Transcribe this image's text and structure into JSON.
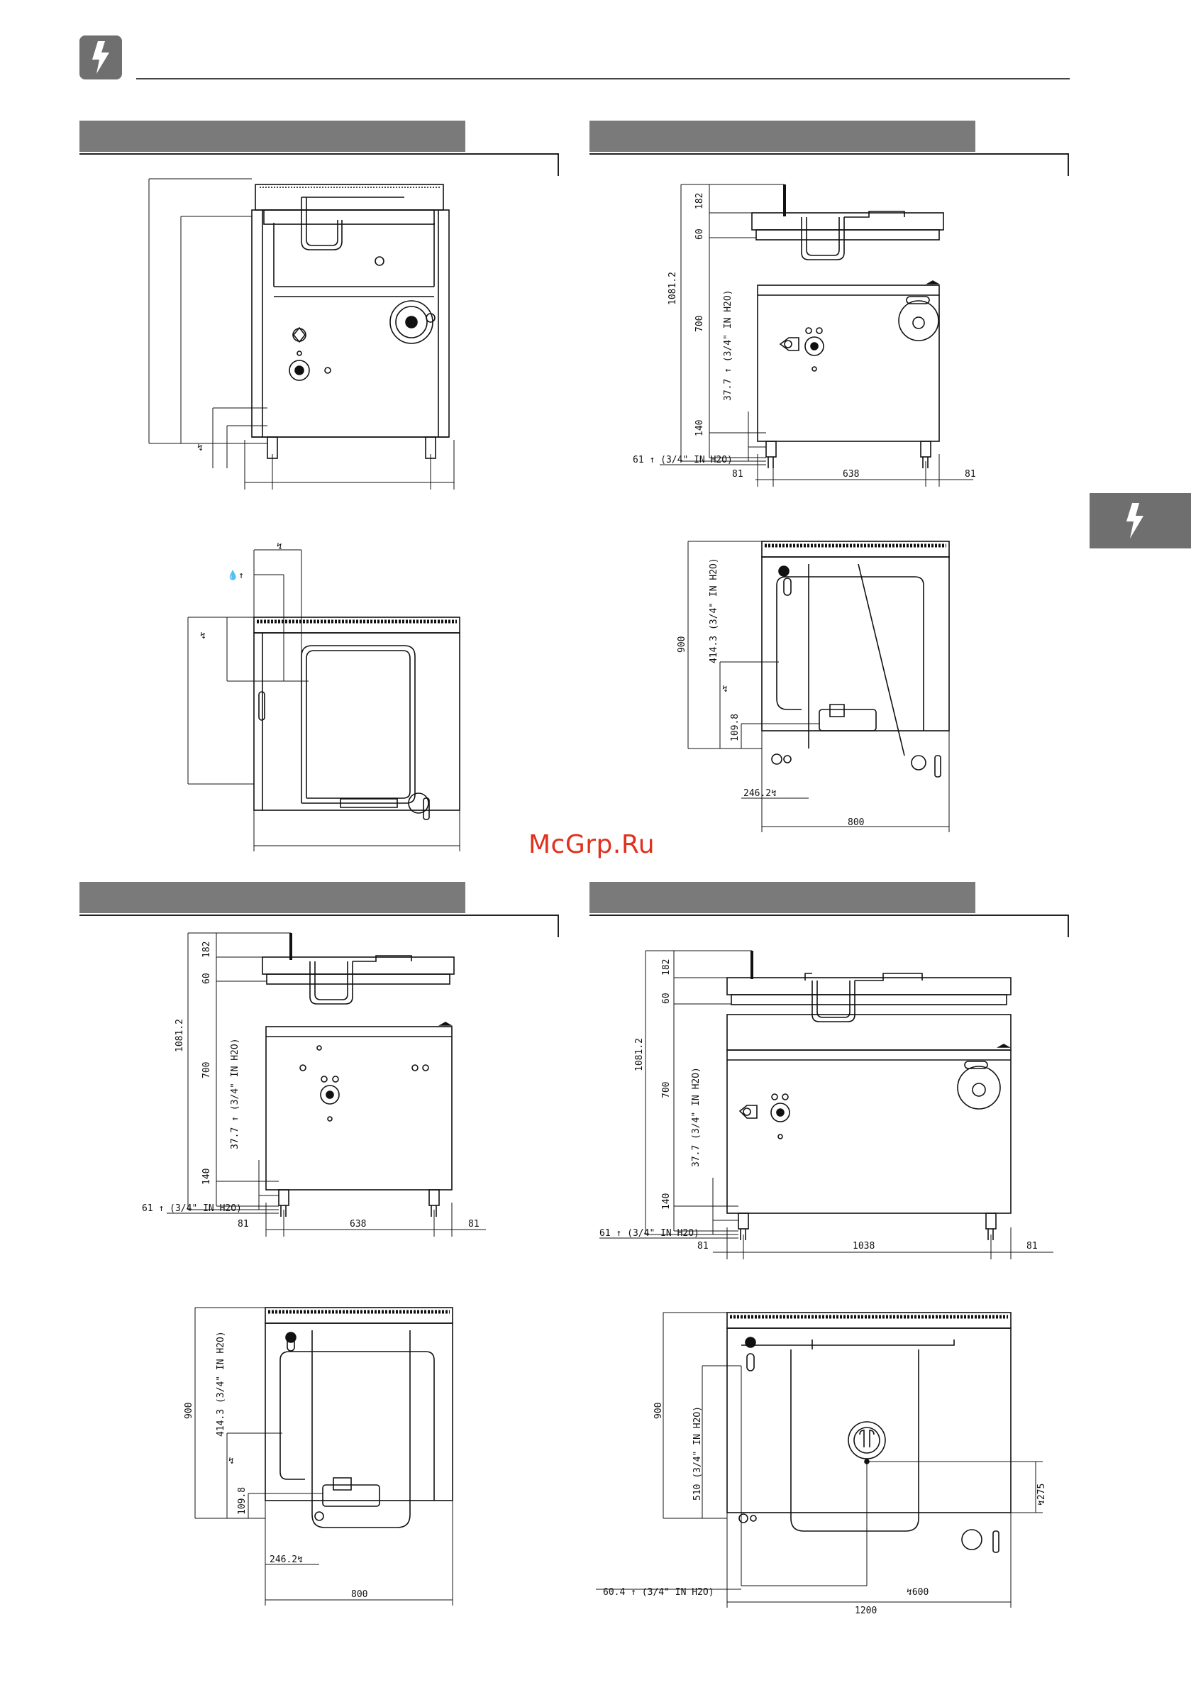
{
  "header": {
    "icon": "lightning-bolt-icon"
  },
  "side_tab": {
    "icon": "lightning-bolt-icon"
  },
  "watermark": "McGrp.Ru",
  "section_icons": {
    "electric": "lightning-bolt-icon",
    "water": "water-drop-icon"
  },
  "drawings": {
    "tl_front": {
      "labels": {
        "elec": "↯"
      }
    },
    "tl_top": {
      "labels": {
        "water": "💧↑",
        "elec1": "↯",
        "elec2": "↯"
      }
    },
    "tr_front": {
      "labels": {
        "h182": "182",
        "h60": "60",
        "h1081": "1081.2",
        "h700": "700",
        "w_inlet": "37.7 ↑ (3/4\" IN H2O)",
        "h140": "140",
        "drain": "61 ↑ (3/4\" IN H2O)",
        "w81a": "81",
        "w638": "638",
        "w81b": "81"
      }
    },
    "tr_top": {
      "labels": {
        "d900": "900",
        "w_inlet": "414.3 (3/4\" IN H2O)",
        "elec": "↯",
        "d109": "109.8",
        "e246": "246.2↯",
        "w800": "800"
      }
    },
    "bl_front": {
      "labels": {
        "h182": "182",
        "h60": "60",
        "h1081": "1081.2",
        "h700": "700",
        "w_inlet": "37.7 ↑ (3/4\" IN H2O)",
        "h140": "140",
        "drain": "61 ↑ (3/4\" IN H2O)",
        "w81a": "81",
        "w638": "638",
        "w81b": "81"
      }
    },
    "bl_top": {
      "labels": {
        "d900": "900",
        "w_inlet": "414.3 (3/4\" IN H2O)",
        "elec": "↯",
        "d109": "109.8",
        "e246": "246.2↯",
        "w800": "800"
      }
    },
    "br_front": {
      "labels": {
        "h182": "182",
        "h60": "60",
        "h1081": "1081.2",
        "h700": "700",
        "w_inlet": "37.7 (3/4\" IN H2O)",
        "h140": "140",
        "drain": "61 ↑ (3/4\" IN H2O)",
        "w81a": "81",
        "w1038": "1038",
        "w81b": "81"
      }
    },
    "br_top": {
      "labels": {
        "d900": "900",
        "w_inlet": "510 (3/4\" IN H2O)",
        "e275": "↯275",
        "drain": "60.4 ↑ (3/4\" IN H2O)",
        "e600": "↯600",
        "w1200": "1200"
      }
    }
  }
}
